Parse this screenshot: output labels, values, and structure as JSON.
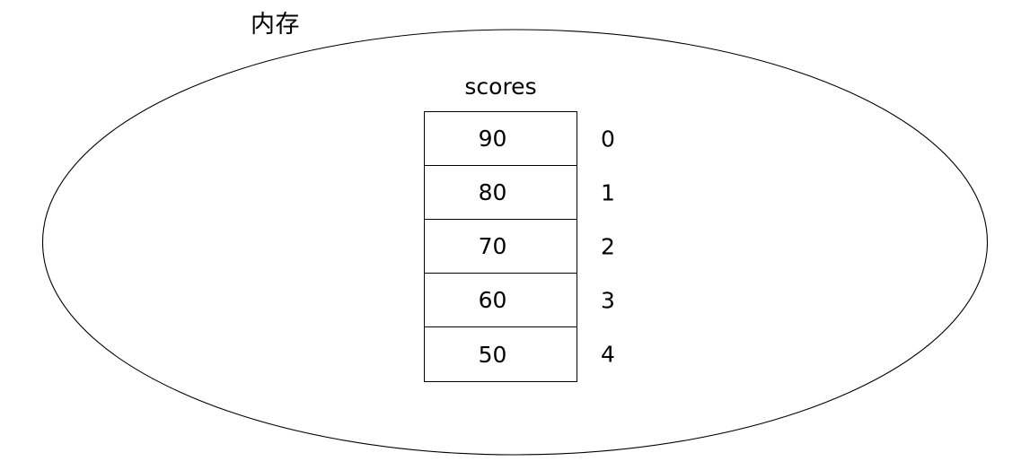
{
  "diagram": {
    "background_color": "#ffffff",
    "stroke_color": "#000000",
    "memory_region": {
      "label": "内存",
      "shape": "ellipse"
    },
    "array": {
      "title": "scores",
      "length": 5,
      "cells": [
        {
          "value": "90",
          "index": "0"
        },
        {
          "value": "80",
          "index": "1"
        },
        {
          "value": "70",
          "index": "2"
        },
        {
          "value": "60",
          "index": "3"
        },
        {
          "value": "50",
          "index": "4"
        }
      ]
    }
  }
}
